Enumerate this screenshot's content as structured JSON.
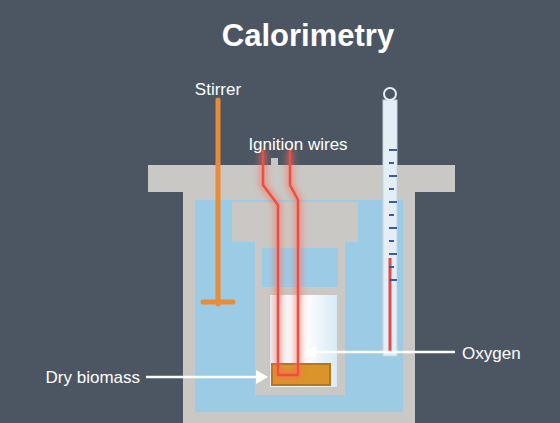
{
  "diagram": {
    "title": "Calorimetry",
    "labels": [
      "Stirrer",
      "Ignition wires",
      "Oxygen",
      "Dry biomass"
    ]
  }
}
